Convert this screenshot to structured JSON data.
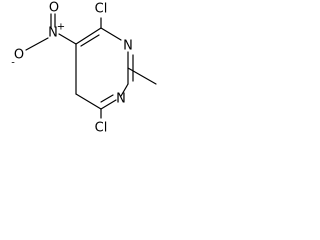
{
  "molecule": {
    "atoms": {
      "cl_top": "Cl",
      "cl_bottom": "Cl",
      "n_ring_top": "N",
      "n_ring_bottom": "N",
      "nitro_n": "N",
      "nitro_n_charge": "+",
      "nitro_o_top": "O",
      "nitro_o_left": "O",
      "nitro_o_left_charge": "-"
    }
  }
}
